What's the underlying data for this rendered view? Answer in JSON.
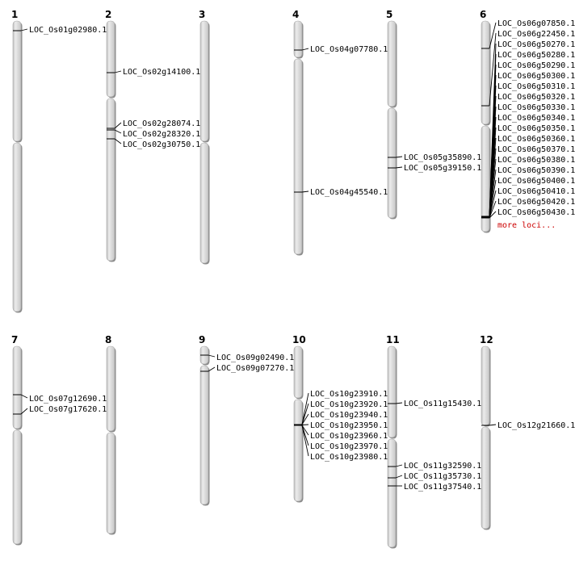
{
  "chromosomes": [
    {
      "id": "1",
      "loci": [
        "LOC_Os01g02980.1"
      ]
    },
    {
      "id": "2",
      "loci": [
        "LOC_Os02g14100.1",
        "LOC_Os02g28074.1",
        "LOC_Os02g28320.1",
        "LOC_Os02g30750.1"
      ]
    },
    {
      "id": "3",
      "loci": []
    },
    {
      "id": "4",
      "loci": [
        "LOC_Os04g07780.1",
        "LOC_Os04g45540.1"
      ]
    },
    {
      "id": "5",
      "loci": [
        "LOC_Os05g35890.1",
        "LOC_Os05g39150.1"
      ]
    },
    {
      "id": "6",
      "loci": [
        "LOC_Os06g07850.1",
        "LOC_Os06g22450.1",
        "LOC_Os06g50270.1",
        "LOC_Os06g50280.1",
        "LOC_Os06g50290.1",
        "LOC_Os06g50300.1",
        "LOC_Os06g50310.1",
        "LOC_Os06g50320.1",
        "LOC_Os06g50330.1",
        "LOC_Os06g50340.1",
        "LOC_Os06g50350.1",
        "LOC_Os06g50360.1",
        "LOC_Os06g50370.1",
        "LOC_Os06g50380.1",
        "LOC_Os06g50390.1",
        "LOC_Os06g50400.1",
        "LOC_Os06g50410.1",
        "LOC_Os06g50420.1",
        "LOC_Os06g50430.1"
      ],
      "more_label": "more loci..."
    },
    {
      "id": "7",
      "loci": [
        "LOC_Os07g12690.1",
        "LOC_Os07g17620.1"
      ]
    },
    {
      "id": "8",
      "loci": []
    },
    {
      "id": "9",
      "loci": [
        "LOC_Os09g02490.1",
        "LOC_Os09g07270.1"
      ]
    },
    {
      "id": "10",
      "loci": [
        "LOC_Os10g23910.1",
        "LOC_Os10g23920.1",
        "LOC_Os10g23940.1",
        "LOC_Os10g23950.1",
        "LOC_Os10g23960.1",
        "LOC_Os10g23970.1",
        "LOC_Os10g23980.1"
      ]
    },
    {
      "id": "11",
      "loci": [
        "LOC_Os11g15430.1",
        "LOC_Os11g32590.1",
        "LOC_Os11g35730.1",
        "LOC_Os11g37540.1"
      ]
    },
    {
      "id": "12",
      "loci": [
        "LOC_Os12g21660.1"
      ]
    }
  ],
  "colors": {
    "chromosome": "#d4d4d4",
    "chromosome_shadow": "#8a8a8a",
    "marker": "#000000",
    "more_loci": "#cc0000"
  }
}
